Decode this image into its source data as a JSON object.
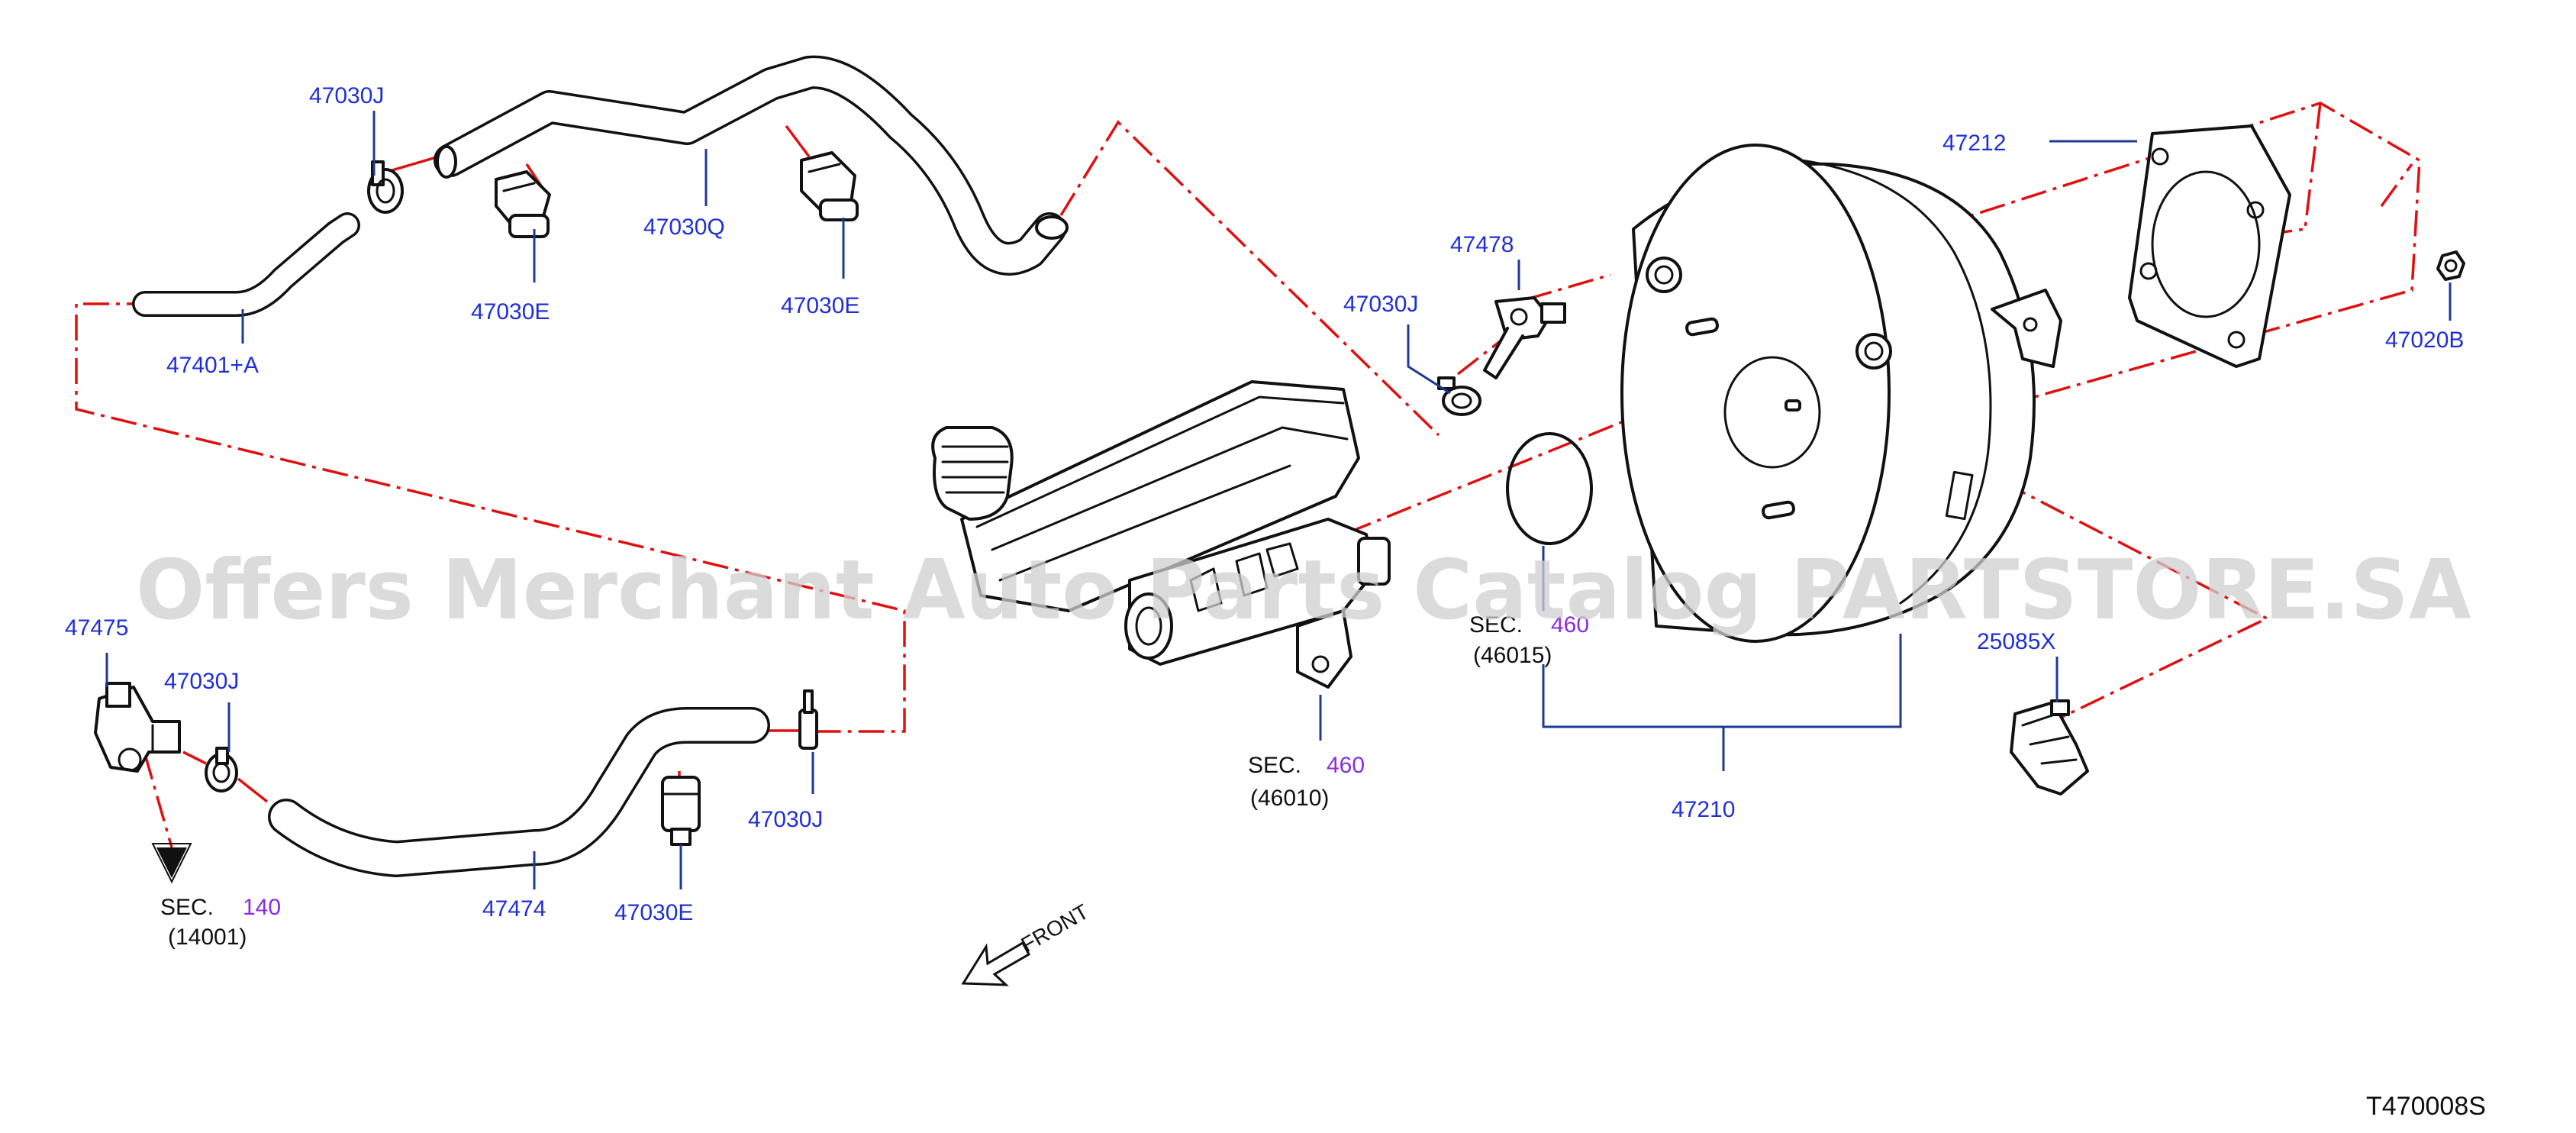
{
  "diagram": {
    "callouts": {
      "c_47030J_a": "47030J",
      "c_47030E_a": "47030E",
      "c_47030Q": "47030Q",
      "c_47030E_b": "47030E",
      "c_47401A": "47401+A",
      "c_47212": "47212",
      "c_47478": "47478",
      "c_47030J_b": "47030J",
      "c_47020B": "47020B",
      "c_47475": "47475",
      "c_47030J_c": "47030J",
      "c_47030J_d": "47030J",
      "c_47474": "47474",
      "c_47030E_c": "47030E",
      "c_25085X": "25085X",
      "c_47210": "47210"
    },
    "sections": {
      "s1_label": "SEC.",
      "s1_num": "460",
      "s1_code": "(46010)",
      "s2_label": "SEC.",
      "s2_num": "460",
      "s2_code": "(46015)",
      "s3_label": "SEC.",
      "s3_num": "140",
      "s3_code": "(14001)"
    },
    "front_label": "FRONT",
    "diagram_code": "T470008S",
    "watermark": "Offers Merchant Auto Parts Catalog PARTSTORE.SA"
  }
}
